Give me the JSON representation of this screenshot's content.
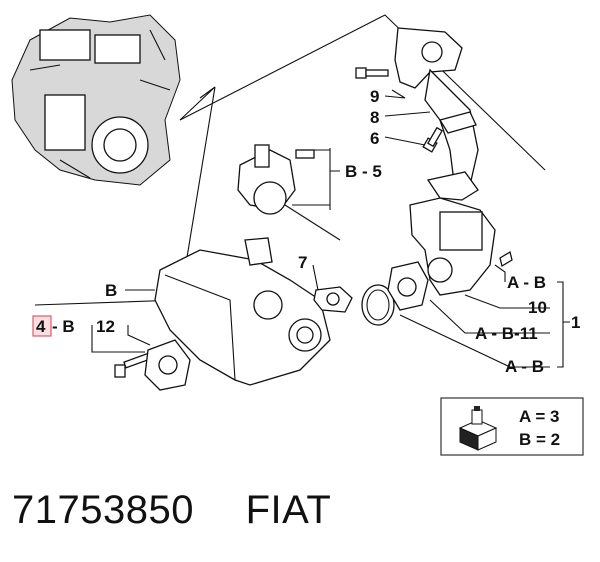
{
  "labels": {
    "l9": "9",
    "l8": "8",
    "l6": "6",
    "lB5": "B - 5",
    "l7": "7",
    "lAB1": "A - B",
    "l10": "10",
    "lAB11": "A - B-11",
    "lAB2": "A - B",
    "l1": "1",
    "lB": "B",
    "l4": "4",
    "l4b": "- B",
    "l12": "12"
  },
  "legend": {
    "a": "A = 3",
    "b": "B = 2"
  },
  "footer": {
    "part_number": "71753850",
    "brand": "FIAT"
  },
  "colors": {
    "highlight": "#e05a6a",
    "highlight_fill": "#fbdde2"
  }
}
